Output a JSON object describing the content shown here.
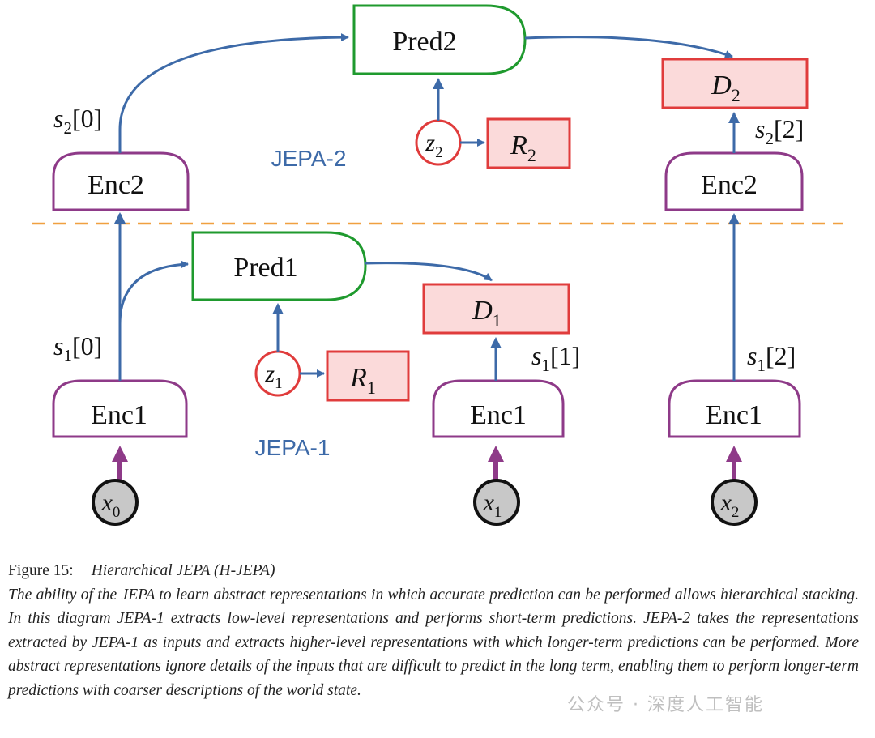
{
  "diagram": {
    "jepa2_label": "JEPA-2",
    "jepa1_label": "JEPA-1",
    "pred2": "Pred2",
    "pred1": "Pred1",
    "enc2_left": "Enc2",
    "enc2_right": "Enc2",
    "enc1_a": "Enc1",
    "enc1_b": "Enc1",
    "enc1_c": "Enc1",
    "d2": {
      "base": "D",
      "sub": "2"
    },
    "d1": {
      "base": "D",
      "sub": "1"
    },
    "r2": {
      "base": "R",
      "sub": "2"
    },
    "r1": {
      "base": "R",
      "sub": "1"
    },
    "z2": {
      "base": "z",
      "sub": "2"
    },
    "z1": {
      "base": "z",
      "sub": "1"
    },
    "x0": {
      "base": "x",
      "sub": "0"
    },
    "x1": {
      "base": "x",
      "sub": "1"
    },
    "x2": {
      "base": "x",
      "sub": "2"
    },
    "s2_0": {
      "base": "s",
      "sub": "2",
      "idx": "[0]"
    },
    "s2_2": {
      "base": "s",
      "sub": "2",
      "idx": "[2]"
    },
    "s1_0": {
      "base": "s",
      "sub": "1",
      "idx": "[0]"
    },
    "s1_1": {
      "base": "s",
      "sub": "1",
      "idx": "[1]"
    },
    "s1_2": {
      "base": "s",
      "sub": "1",
      "idx": "[2]"
    }
  },
  "caption": {
    "figure_number": "Figure 15:",
    "title": "Hierarchical JEPA (H-JEPA)",
    "body": "The ability of the JEPA to learn abstract representations in which accurate prediction can be performed allows hierarchical stacking. In this diagram JEPA-1 extracts low-level representations and performs short-term predictions. JEPA-2 takes the representations extracted by JEPA-1 as inputs and extracts higher-level representations with which longer-term predictions can be performed. More abstract representations ignore details of the inputs that are difficult to predict in the long term, enabling them to perform longer-term predictions with coarser descriptions of the world state."
  },
  "watermark": "公众号 · 深度人工智能",
  "colors": {
    "predictor_border": "#1f9a2e",
    "encoder_border": "#8e3a88",
    "target_border": "#e03c3c",
    "target_fill": "#fbdada",
    "arrow": "#3d6aa8",
    "input_arrow": "#8e3a88",
    "separator": "#f0a040",
    "input_fill": "#c8c8c8"
  }
}
